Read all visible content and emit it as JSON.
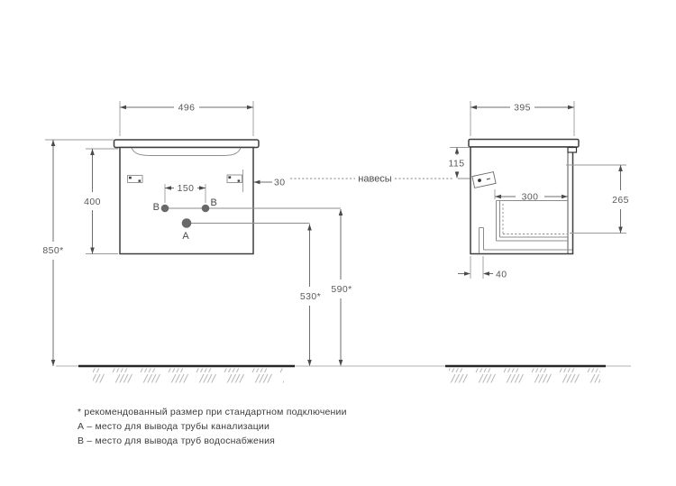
{
  "front_view": {
    "width": "496",
    "height": "400",
    "total_height": "850*",
    "holes_spacing": "150",
    "hanger_offset": "30",
    "hole_b_left": "B",
    "hole_b_right": "B",
    "hole_a": "A",
    "supply_height": "590*",
    "drain_height": "530*"
  },
  "side_view": {
    "depth": "395",
    "hanger_drop": "115",
    "drawer_depth": "300",
    "opening_height": "265",
    "front_offset": "40"
  },
  "labels": {
    "hangers": "навесы"
  },
  "footnotes": {
    "recommended": "* рекомендованный размер при стандартном подключении",
    "a_note": "А – место для вывода трубы канализации",
    "b_note": "В – место для вывода труб водоснабжения"
  },
  "colors": {
    "line": "#3f3f3f",
    "dimension_text": "#595959",
    "hole_fill": "#696969",
    "floor": "#262626",
    "hatch": "#b5b5b5"
  }
}
